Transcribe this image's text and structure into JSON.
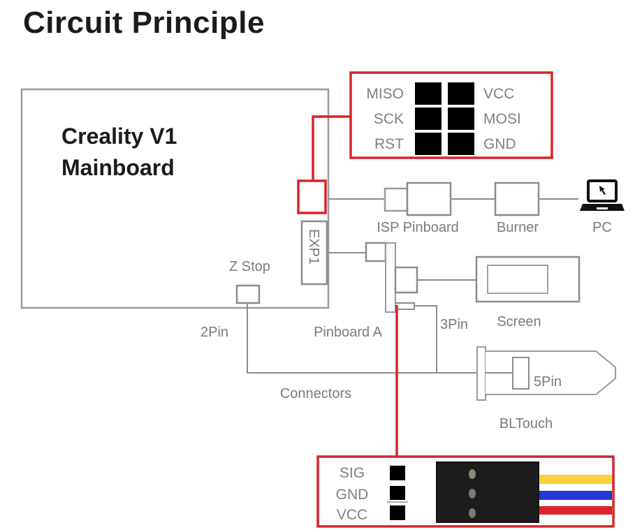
{
  "title": "Circuit Principle",
  "colors": {
    "accent_red": "#d8232a",
    "line_gray": "#8c8c8c",
    "label_gray": "#7a7a7a",
    "wire_yellow": "#f7d23a",
    "wire_blue": "#2339d9",
    "wire_red": "#e0232a"
  },
  "mainboard": {
    "label_line1": "Creality V1",
    "label_line2": "Mainboard",
    "exp1_label": "EXP1",
    "zstop_label": "Z Stop"
  },
  "isp_header": {
    "left_pins": [
      "MISO",
      "SCK",
      "RST"
    ],
    "right_pins": [
      "VCC",
      "MOSI",
      "GND"
    ]
  },
  "components": {
    "isp_pinboard": "ISP Pinboard",
    "burner": "Burner",
    "pc": "PC",
    "screen": "Screen",
    "pinboard_a": "Pinboard A",
    "bltouch": "BLTouch"
  },
  "wire_labels": {
    "two_pin": "2Pin",
    "three_pin": "3Pin",
    "five_pin": "5Pin",
    "connectors": "Connectors"
  },
  "bltouch_header": {
    "pins": [
      "SIG",
      "GND",
      "VCC"
    ],
    "wire_colors": [
      "yellow",
      "blue",
      "red"
    ]
  },
  "icons": {
    "pc": "laptop-icon"
  }
}
